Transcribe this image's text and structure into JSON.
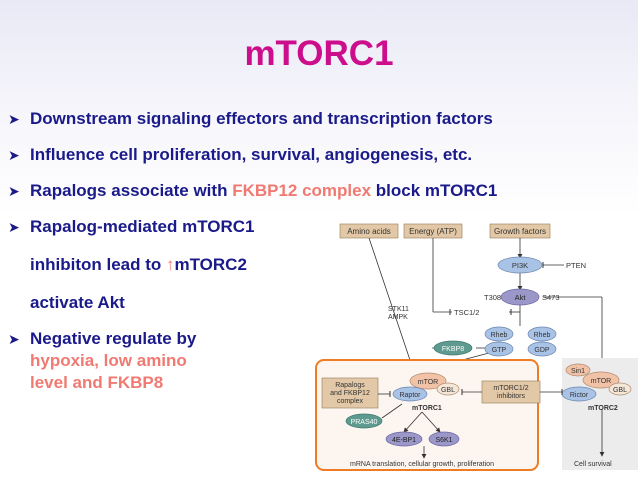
{
  "slide": {
    "title": "mTORC1",
    "bullets": [
      {
        "text": "Downstream signaling effectors and transcription factors"
      },
      {
        "text": "Influence cell proliferation, survival, angiogenesis, etc."
      },
      {
        "pre": "Rapalogs associate with ",
        "highlight": "FKBP12 complex",
        "post": " block mTORC1"
      },
      {
        "line1": "Rapalog-mediated mTORC1",
        "line2_pre": "inhibiton lead to ",
        "up_arrow": "↑",
        "line2_post": "mTORC2",
        "line3": "activate Akt"
      },
      {
        "line1": "Negative regulate by",
        "line2": "hypoxia, low amino",
        "line3": "level and FKBP8"
      }
    ]
  },
  "diagram": {
    "amino_acids": "Amino acids",
    "energy": "Energy (ATP)",
    "growth_factors": "Growth factors",
    "pi3k": "PI3K",
    "pten": "PTEN",
    "t308": "T308",
    "akt": "Akt",
    "s473": "S473",
    "stk11": "STK11",
    "ampk": "AMPK",
    "tsc": "TSC1/2",
    "rheb1": "Rheb",
    "rheb2": "Rheb",
    "gtp": "GTP",
    "gdp": "GDP",
    "fkbp8": "FKBP8",
    "sin1": "Sin1",
    "mtor_right": "mTOR",
    "gbl_right": "GBL",
    "rictor": "Rictor",
    "mtorc2": "mTORC2",
    "rapalogs1": "Rapalogs",
    "rapalogs2": "and FKBP12",
    "rapalogs3": "complex",
    "mtor_left": "mTOR",
    "gbl_left": "GBL",
    "raptor": "Raptor",
    "mtorc1": "mTORC1",
    "inhib1": "mTORC1/2",
    "inhib2": "inhibitors",
    "pras40": "PRAS40",
    "ebp1": "4E-BP1",
    "s6k1": "S6K1",
    "footer_left": "mRNA translation, cellular growth, proliferation",
    "footer_right": "Cell survival"
  },
  "colors": {
    "title": "#cc0d8c",
    "bullet_text": "#1a1a8a",
    "highlight": "#f07a72",
    "orange_frame": "#ef7b22",
    "node_blue": "#a9c3e6",
    "node_tan": "#e2c8a6",
    "node_teal": "#5e9a8f",
    "node_purple": "#9b97c9",
    "node_peach": "#f2c2a7"
  }
}
